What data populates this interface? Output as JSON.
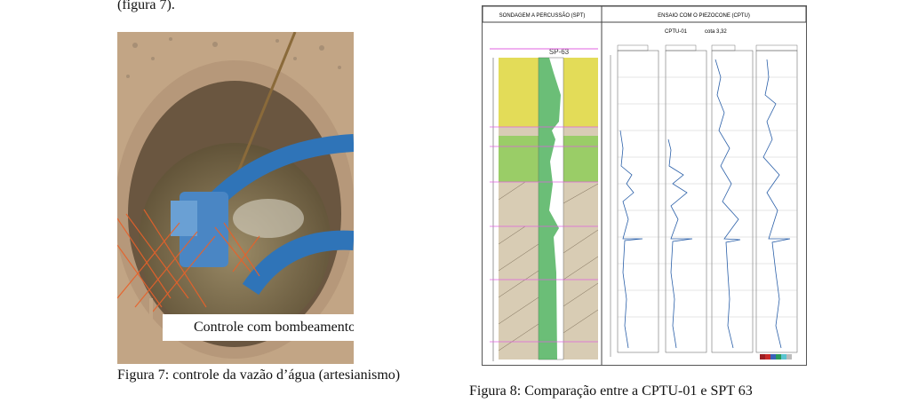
{
  "top_note": "(figura 7).",
  "figure7": {
    "overlay_label": "Controle com bombeamento",
    "caption": "Figura 7: controle da vazão d’água (artesianismo)"
  },
  "figure8": {
    "spt_header": "SONDAGEM A PERCUSSÃO (SPT)",
    "cptu_header": "ENSAIO COM O PIEZOCONE (CPTU)",
    "spt_id": "SP-63",
    "cptu_id": "CPTU-01",
    "cota": "cota 3,32",
    "caption": "Figura 8: Comparação entre a CPTU-01 e SPT 63",
    "colors": {
      "sand_yellow": "#e3dc58",
      "clay_green": "#9acd67",
      "silt_tan": "#d8ccb4",
      "trace": "#2a5fa8",
      "fill_green": "#3aa84a",
      "marker": "#e060e0"
    }
  }
}
